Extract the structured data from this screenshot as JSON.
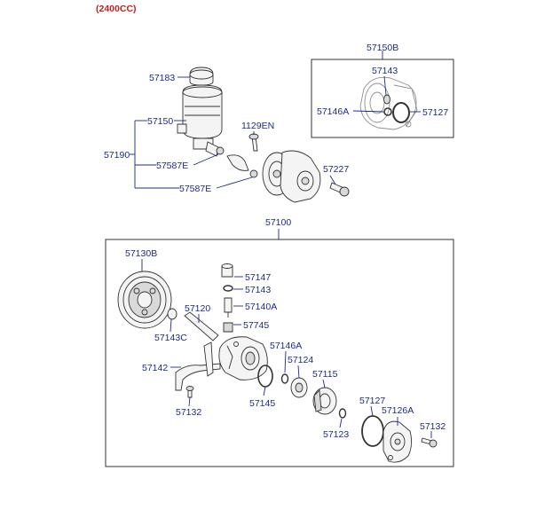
{
  "header": {
    "variant": "(2400CC)"
  },
  "labels": {
    "l57150B": "57150B",
    "l57143_top": "57143",
    "l57146A_top": "57146A",
    "l57127_top": "57127",
    "l57183": "57183",
    "l57150": "57150",
    "l57190": "57190",
    "l57587E_a": "57587E",
    "l57587E_b": "57587E",
    "l1129EN": "1129EN",
    "l57227": "57227",
    "l57100": "57100",
    "l57130B": "57130B",
    "l57147": "57147",
    "l57143": "57143",
    "l57140A": "57140A",
    "l57745": "57745",
    "l57120": "57120",
    "l57143C": "57143C",
    "l57146A": "57146A",
    "l57124": "57124",
    "l57115": "57115",
    "l57142": "57142",
    "l57145": "57145",
    "l57132_a": "57132",
    "l57127": "57127",
    "l57126A": "57126A",
    "l57123": "57123",
    "l57132_b": "57132"
  }
}
